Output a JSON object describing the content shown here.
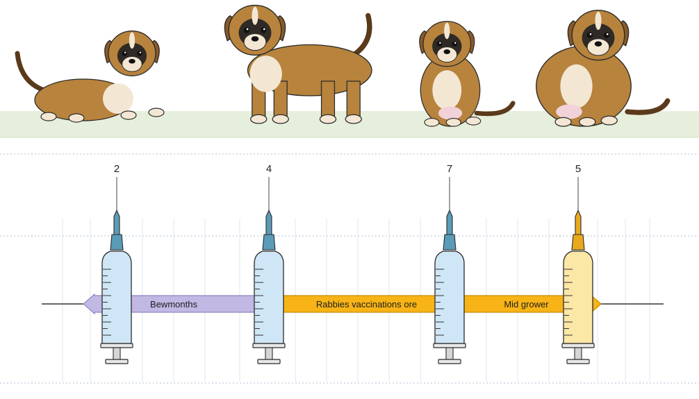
{
  "palette": {
    "ground": "#e6efdc",
    "fur": "#b7833d",
    "fur_dark": "#2f2a25",
    "fur_light": "#f3e7d4",
    "belly": "#f0d2d8",
    "syringe_blue": "#cfe6f6",
    "syringe_cap_blue": "#5a9bb8",
    "syringe_yellow": "#fbe7a6",
    "syringe_cap_yellow": "#e9a91c",
    "arrow_purple": "#c2b8e4",
    "arrow_orange": "#f8b416",
    "grid": "#dfe5ee"
  },
  "puppies": [
    {
      "pose": "lying"
    },
    {
      "pose": "standing"
    },
    {
      "pose": "sitting"
    },
    {
      "pose": "sitting-large"
    }
  ],
  "syringes": [
    {
      "label": "2",
      "color": "blue"
    },
    {
      "label": "4",
      "color": "blue"
    },
    {
      "label": "7",
      "color": "blue"
    },
    {
      "label": "5",
      "color": "yellow"
    }
  ],
  "arrows": [
    {
      "label": "Bewmonths",
      "color": "purple"
    },
    {
      "label": "Rabbies vaccinations ore",
      "color": "orange"
    },
    {
      "label": "Mid grower",
      "color": "orange"
    }
  ]
}
